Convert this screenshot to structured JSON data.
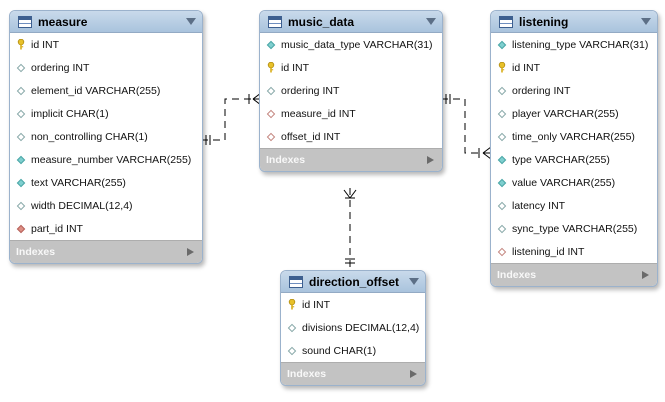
{
  "tables": {
    "measure": {
      "name": "measure",
      "columns": [
        {
          "text": "id INT",
          "icon": "key-icon"
        },
        {
          "text": "ordering INT",
          "icon": "nullable-column-icon"
        },
        {
          "text": "element_id VARCHAR(255)",
          "icon": "nullable-column-icon"
        },
        {
          "text": "implicit CHAR(1)",
          "icon": "nullable-column-icon"
        },
        {
          "text": "non_controlling CHAR(1)",
          "icon": "nullable-column-icon"
        },
        {
          "text": "measure_number VARCHAR(255)",
          "icon": "column-icon"
        },
        {
          "text": "text VARCHAR(255)",
          "icon": "column-icon"
        },
        {
          "text": "width DECIMAL(12,4)",
          "icon": "nullable-column-icon"
        },
        {
          "text": "part_id INT",
          "icon": "foreign-key-icon"
        }
      ],
      "indexes_label": "Indexes"
    },
    "music_data": {
      "name": "music_data",
      "columns": [
        {
          "text": "music_data_type VARCHAR(31)",
          "icon": "column-icon"
        },
        {
          "text": "id INT",
          "icon": "key-icon"
        },
        {
          "text": "ordering INT",
          "icon": "nullable-column-icon"
        },
        {
          "text": "measure_id INT",
          "icon": "nullable-foreign-key-icon"
        },
        {
          "text": "offset_id INT",
          "icon": "nullable-foreign-key-icon"
        }
      ],
      "indexes_label": "Indexes"
    },
    "listening": {
      "name": "listening",
      "columns": [
        {
          "text": "listening_type VARCHAR(31)",
          "icon": "column-icon"
        },
        {
          "text": "id INT",
          "icon": "key-icon"
        },
        {
          "text": "ordering INT",
          "icon": "nullable-column-icon"
        },
        {
          "text": "player VARCHAR(255)",
          "icon": "nullable-column-icon"
        },
        {
          "text": "time_only VARCHAR(255)",
          "icon": "nullable-column-icon"
        },
        {
          "text": "type VARCHAR(255)",
          "icon": "column-icon"
        },
        {
          "text": "value VARCHAR(255)",
          "icon": "column-icon"
        },
        {
          "text": "latency INT",
          "icon": "nullable-column-icon"
        },
        {
          "text": "sync_type VARCHAR(255)",
          "icon": "nullable-column-icon"
        },
        {
          "text": "listening_id INT",
          "icon": "nullable-foreign-key-icon"
        }
      ],
      "indexes_label": "Indexes"
    },
    "direction_offset": {
      "name": "direction_offset",
      "columns": [
        {
          "text": "id INT",
          "icon": "key-icon"
        },
        {
          "text": "divisions DECIMAL(12,4)",
          "icon": "nullable-column-icon"
        },
        {
          "text": "sound CHAR(1)",
          "icon": "nullable-column-icon"
        }
      ],
      "indexes_label": "Indexes"
    }
  },
  "colors": {
    "header": "#b3cbe3",
    "indexes_bar": "#c3c3c3",
    "connector": "#000000"
  }
}
